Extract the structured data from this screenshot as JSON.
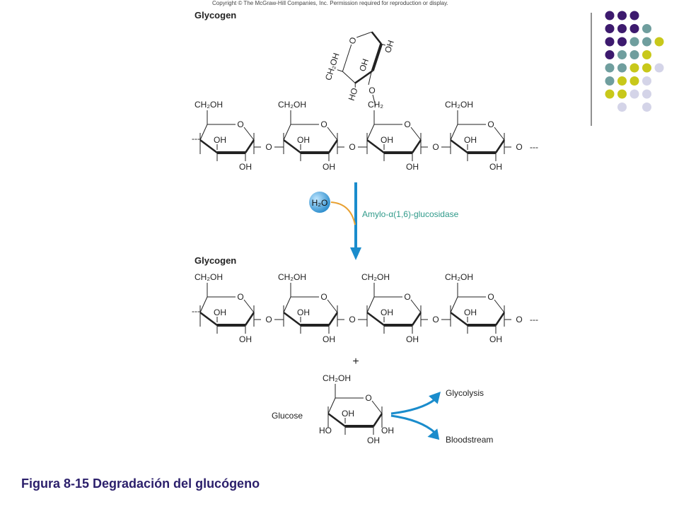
{
  "copyright": "Copyright © The McGraw-Hill Companies, Inc. Permission required for reproduction or display.",
  "caption": "Figura 8-15 Degradación del glucógeno",
  "labels": {
    "glycogen_top": "Glycogen",
    "glycogen_bottom": "Glycogen",
    "enzyme": "Amylo-α(1,6)-glucosidase",
    "water": "H₂O",
    "plus": "+",
    "glucose": "Glucose",
    "glycolysis": "Glycolysis",
    "bloodstream": "Bloodstream"
  },
  "groups": {
    "ch2oh": "CH₂OH",
    "ch2": "CH₂",
    "ring_o": "O",
    "oh": "OH",
    "ho": "HO",
    "o": "O",
    "dashes": "---"
  },
  "colors": {
    "arrow_blue": "#1a8ccc",
    "enzyme_text": "#2f9a8a",
    "water_arc": "#e8a030",
    "water_ball": "#3aa0dd",
    "caption": "#2b1f6b",
    "dot_purple": "#3d1a6e",
    "dot_teal": "#6f9e9e",
    "dot_yellow": "#c8c81a",
    "dot_lavender": "#d4d4e8"
  },
  "decor_dots": [
    [
      "dot_purple",
      "dot_purple",
      "dot_purple",
      null
    ],
    [
      "dot_purple",
      "dot_purple",
      "dot_purple",
      "dot_teal"
    ],
    [
      "dot_purple",
      "dot_purple",
      "dot_teal",
      "dot_teal",
      "dot_yellow"
    ],
    [
      "dot_purple",
      "dot_teal",
      "dot_teal",
      "dot_yellow"
    ],
    [
      "dot_teal",
      "dot_teal",
      "dot_yellow",
      "dot_yellow",
      "dot_lavender"
    ],
    [
      "dot_teal",
      "dot_yellow",
      "dot_yellow",
      "dot_lavender"
    ],
    [
      "dot_yellow",
      "dot_yellow",
      "dot_lavender",
      "dot_lavender"
    ],
    [
      null,
      "dot_lavender",
      null,
      "dot_lavender"
    ]
  ]
}
